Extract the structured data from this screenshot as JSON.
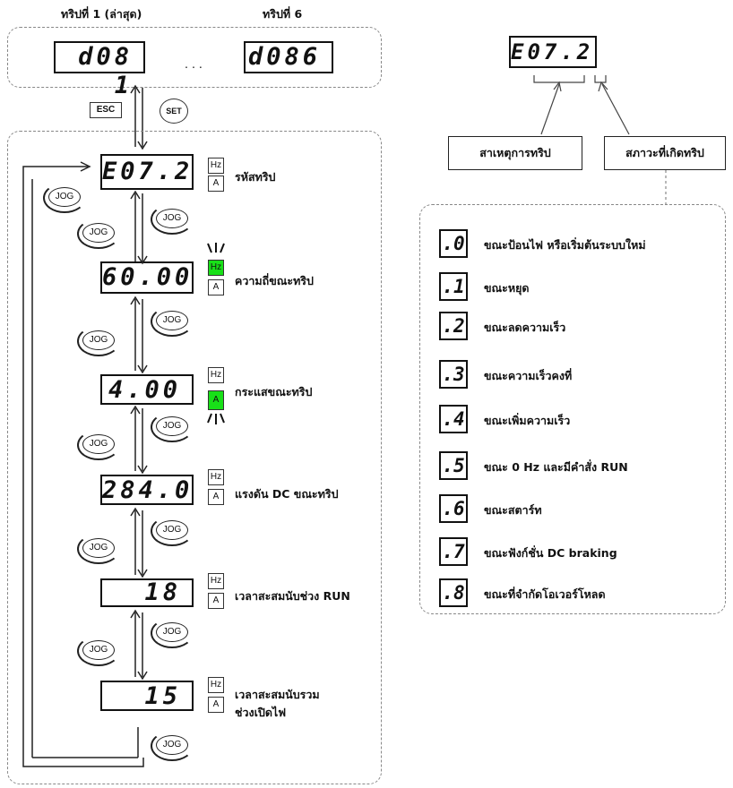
{
  "top": {
    "trip1_label": "ทริปที่ 1 (ล่าสุด)",
    "trip6_label": "ทริปที่ 6",
    "trip1_display": "d08 1",
    "trip6_display": "d086",
    "ellipsis": ". . .",
    "esc_label": "ESC",
    "set_label": "SET"
  },
  "sequence": [
    {
      "display": "E07.2",
      "label": "รหัสทริป",
      "hz": false,
      "a": false
    },
    {
      "display": "60.00",
      "label": "ความถี่ขณะทริป",
      "hz": true,
      "a": false
    },
    {
      "display": "4.00",
      "label": "กระแสขณะทริป",
      "hz": false,
      "a": true
    },
    {
      "display": "284.0",
      "label": "แรงดัน DC ขณะทริป",
      "hz": false,
      "a": false
    },
    {
      "display": "18",
      "label": "เวลาสะสมนับช่วง RUN",
      "hz": false,
      "a": false
    },
    {
      "display": "15",
      "label": "เวลาสะสมนับรวม",
      "label2": "ช่วงเปิดไฟ",
      "hz": false,
      "a": false
    }
  ],
  "units": {
    "hz": "Hz",
    "a": "A"
  },
  "jog_label": "JOG",
  "legend": {
    "code_display": "E07.2",
    "cause_label": "สาเหตุการทริป",
    "state_label": "สภาวะที่เกิดทริป",
    "items": [
      {
        "code": ".0",
        "text": "ขณะป้อนไฟ หรือเริ่มต้นระบบใหม่"
      },
      {
        "code": ".1",
        "text": "ขณะหยุด"
      },
      {
        "code": ".2",
        "text": "ขณะลดความเร็ว"
      },
      {
        "code": ".3",
        "text": "ขณะความเร็วคงที่"
      },
      {
        "code": ".4",
        "text": "ขณะเพิ่มความเร็ว"
      },
      {
        "code": ".5",
        "text": "ขณะ 0 Hz และมีคำสั่ง RUN"
      },
      {
        "code": ".6",
        "text": "ขณะสตาร์ท"
      },
      {
        "code": ".7",
        "text": "ขณะฟังก์ชั่น DC braking"
      },
      {
        "code": ".8",
        "text": "ขณะที่จำกัดโอเวอร์โหลด"
      }
    ]
  },
  "colors": {
    "indicator": "#18e018"
  }
}
